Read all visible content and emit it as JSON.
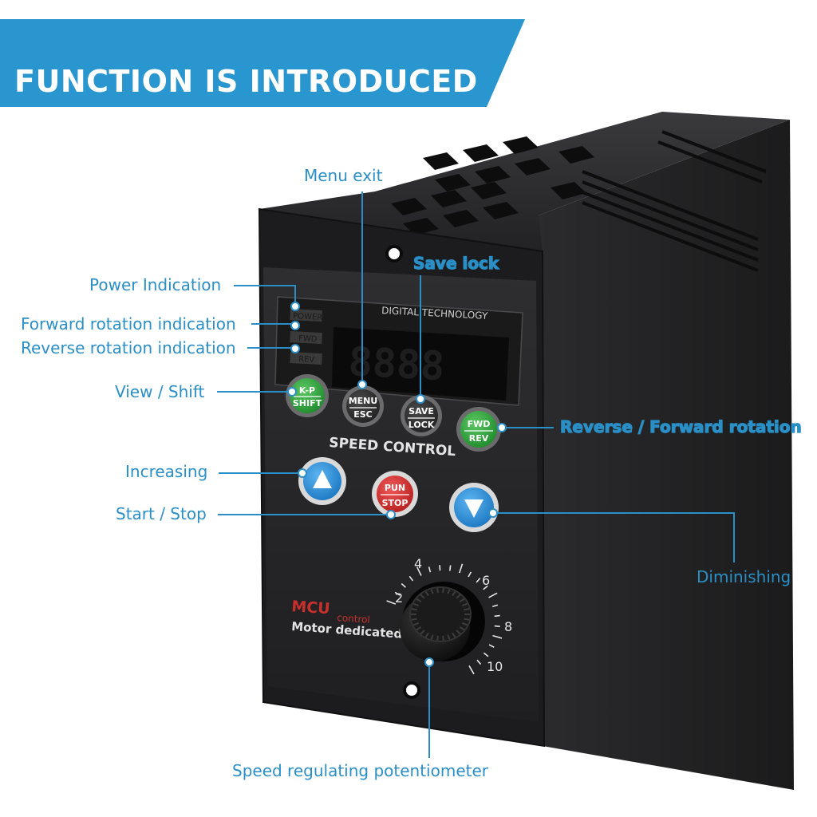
{
  "banner": {
    "title": "FUNCTION IS INTRODUCED",
    "color": "#2a96cf"
  },
  "device": {
    "header": "DIGITAL TECHNOLOGY",
    "indicators": [
      "POWER",
      "FWD",
      "REV"
    ],
    "display": "8888",
    "buttons": {
      "kp_shift": [
        "K-P",
        "SHIFT"
      ],
      "menu_esc": [
        "MENU",
        "ESC"
      ],
      "save_lock": [
        "SAVE",
        "LOCK"
      ],
      "fwd_rev": [
        "FWD",
        "REV"
      ],
      "run_stop": [
        "PUN",
        "STOP"
      ]
    },
    "speed_control": "SPEED CONTROL",
    "brand": "MCU",
    "brand_sub": "control",
    "motor": "Motor dedicated",
    "dial_ticks": [
      "2",
      "4",
      "6",
      "8",
      "10"
    ]
  },
  "callouts": {
    "menu_exit": "Menu exit",
    "save_lock": "Save lock",
    "power": "Power Indication",
    "forward": "Forward rotation indication",
    "reverse": "Reverse rotation indication",
    "view_shift": "View / Shift",
    "rev_fwd": "Reverse / Forward rotation",
    "increasing": "Increasing",
    "start_stop": "Start / Stop",
    "diminishing": "Diminishing",
    "potentiometer": "Speed regulating potentiometer"
  },
  "colors": {
    "accent": "#2a8fc6",
    "green": "#2e9e3a",
    "red": "#d32b2b",
    "blue": "#2f8fd8"
  }
}
